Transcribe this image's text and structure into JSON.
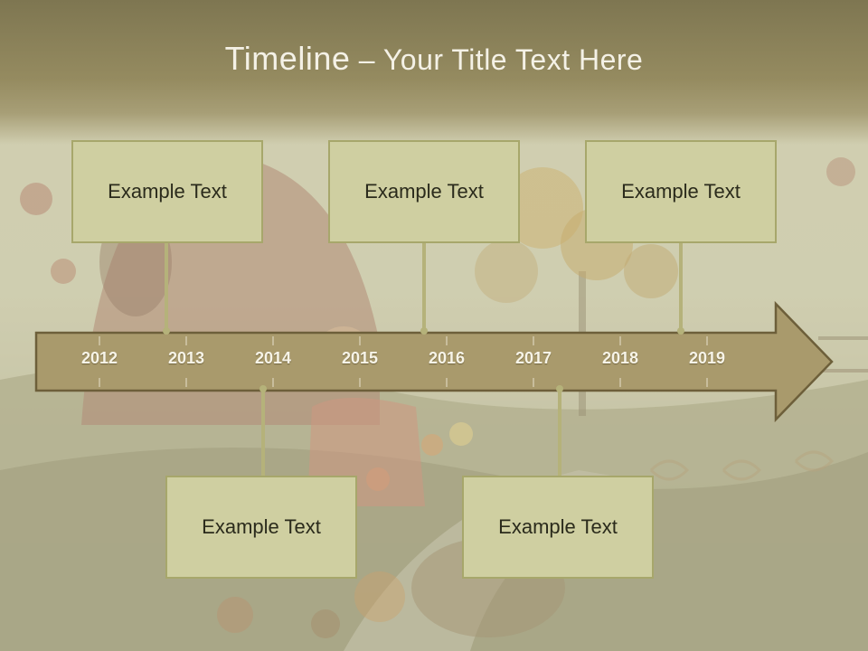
{
  "slide": {
    "title_lead": "Timeline",
    "title_rest": " – Your Title Text Here"
  },
  "timeline": {
    "years": [
      "2012",
      "2013",
      "2014",
      "2015",
      "2016",
      "2017",
      "2018",
      "2019"
    ],
    "events_top": [
      {
        "text": "Example Text"
      },
      {
        "text": "Example Text"
      },
      {
        "text": "Example Text"
      }
    ],
    "events_bottom": [
      {
        "text": "Example Text"
      },
      {
        "text": "Example Text"
      }
    ]
  },
  "colors": {
    "arrow_fill": "#a99a6c",
    "arrow_stroke": "#6d5f3a",
    "box_fill": "#cfcfa1",
    "box_border": "#a7a76b",
    "connector": "#b5b27a"
  }
}
